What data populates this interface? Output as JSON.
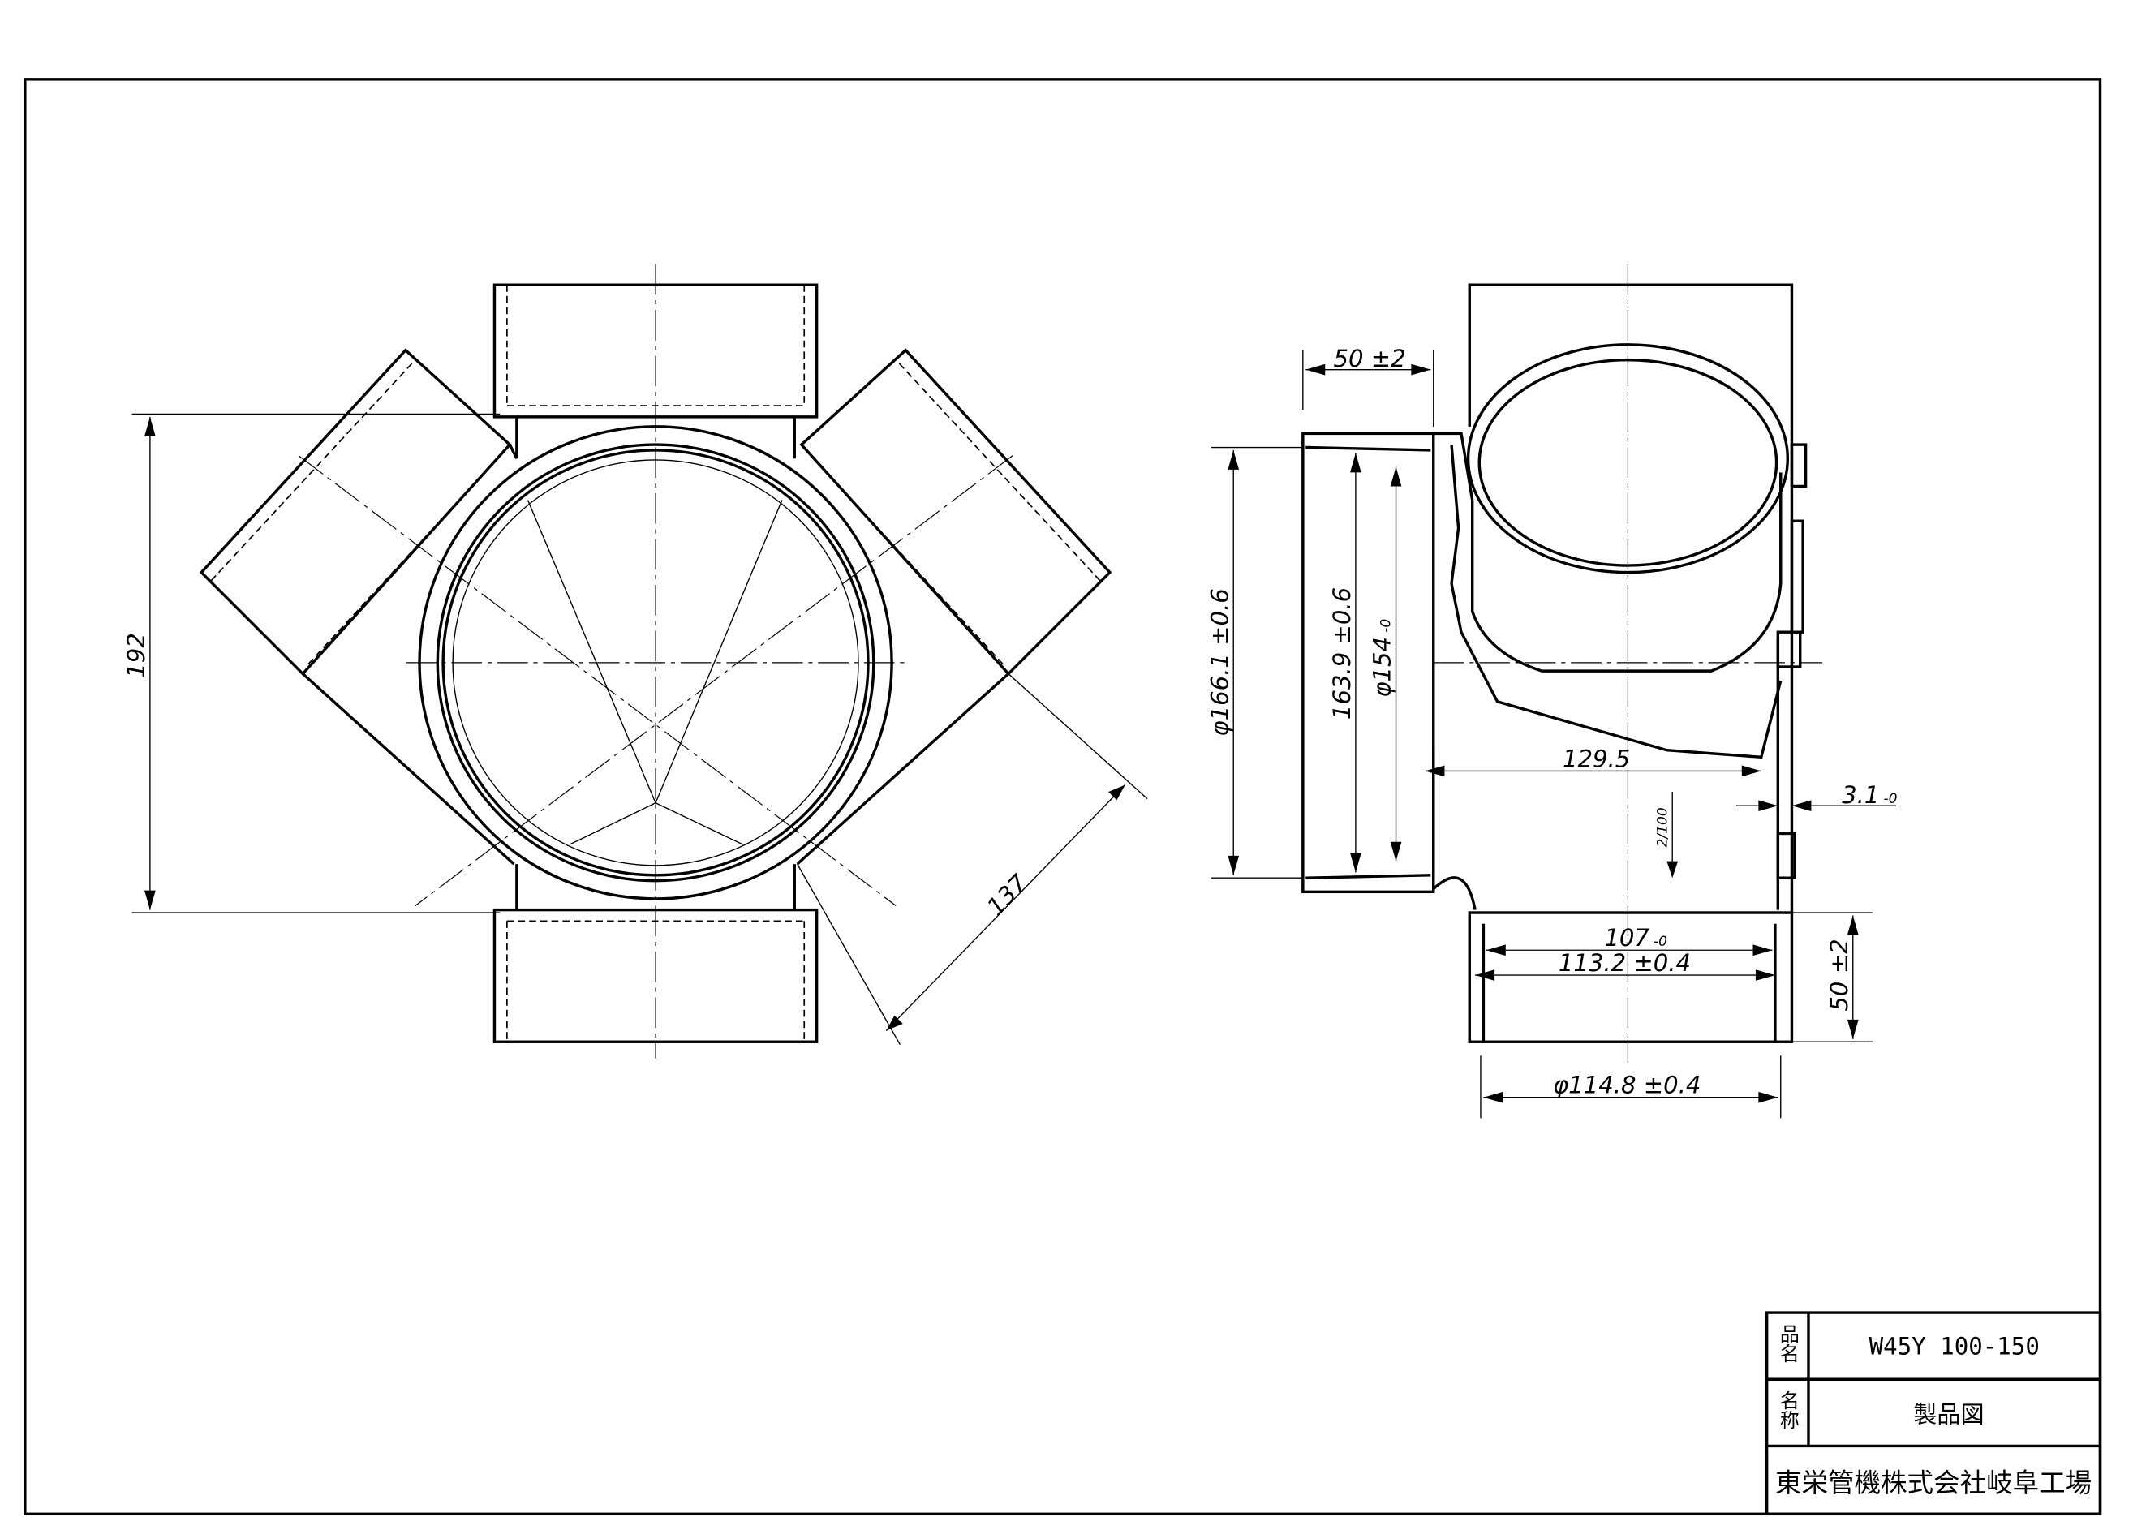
{
  "left_view": {
    "dim_height": "192",
    "dim_branch": "137"
  },
  "right_view": {
    "dim_socket_len_top": "50 ±2",
    "dim_outer_dia": "φ166.1 ±0.6",
    "dim_inner_dia": "163.9 ±0.6",
    "dim_bore": "φ154",
    "dim_bore_tol": "-0",
    "dim_length": "129.5",
    "dim_wall": "3.1",
    "dim_wall_tol": "-0",
    "slope": "2/100",
    "dim_bottom_bore": "107",
    "dim_bottom_bore_tol": "-0",
    "dim_bottom_inner": "113.2 ±0.4",
    "dim_socket_len_bottom": "50 ±2",
    "dim_bottom_outer": "φ114.8 ±0.4"
  },
  "title_block": {
    "product_name_label": "品名",
    "product_name": "W45Y 100-150",
    "title_label": "名称",
    "title": "製品図",
    "company": "東栄管機株式会社岐阜工場"
  }
}
